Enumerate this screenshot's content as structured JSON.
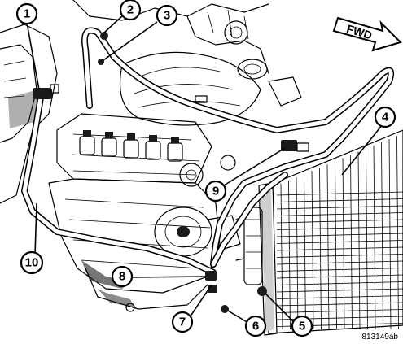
{
  "figure": {
    "id_label": "813149ab",
    "direction_label": "FWD"
  },
  "callouts": [
    {
      "number": "1"
    },
    {
      "number": "2"
    },
    {
      "number": "3"
    },
    {
      "number": "4"
    },
    {
      "number": "5"
    },
    {
      "number": "6"
    },
    {
      "number": "7"
    },
    {
      "number": "8"
    },
    {
      "number": "9"
    },
    {
      "number": "10"
    }
  ]
}
